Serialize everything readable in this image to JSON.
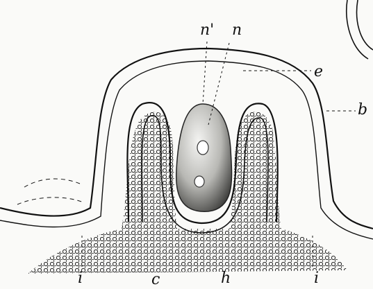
{
  "figure": {
    "labels": {
      "n_prime": "n'",
      "n": "n",
      "e": "e",
      "b": "b",
      "i_left": "i",
      "c": "c",
      "h": "h",
      "i_right": "i"
    }
  }
}
